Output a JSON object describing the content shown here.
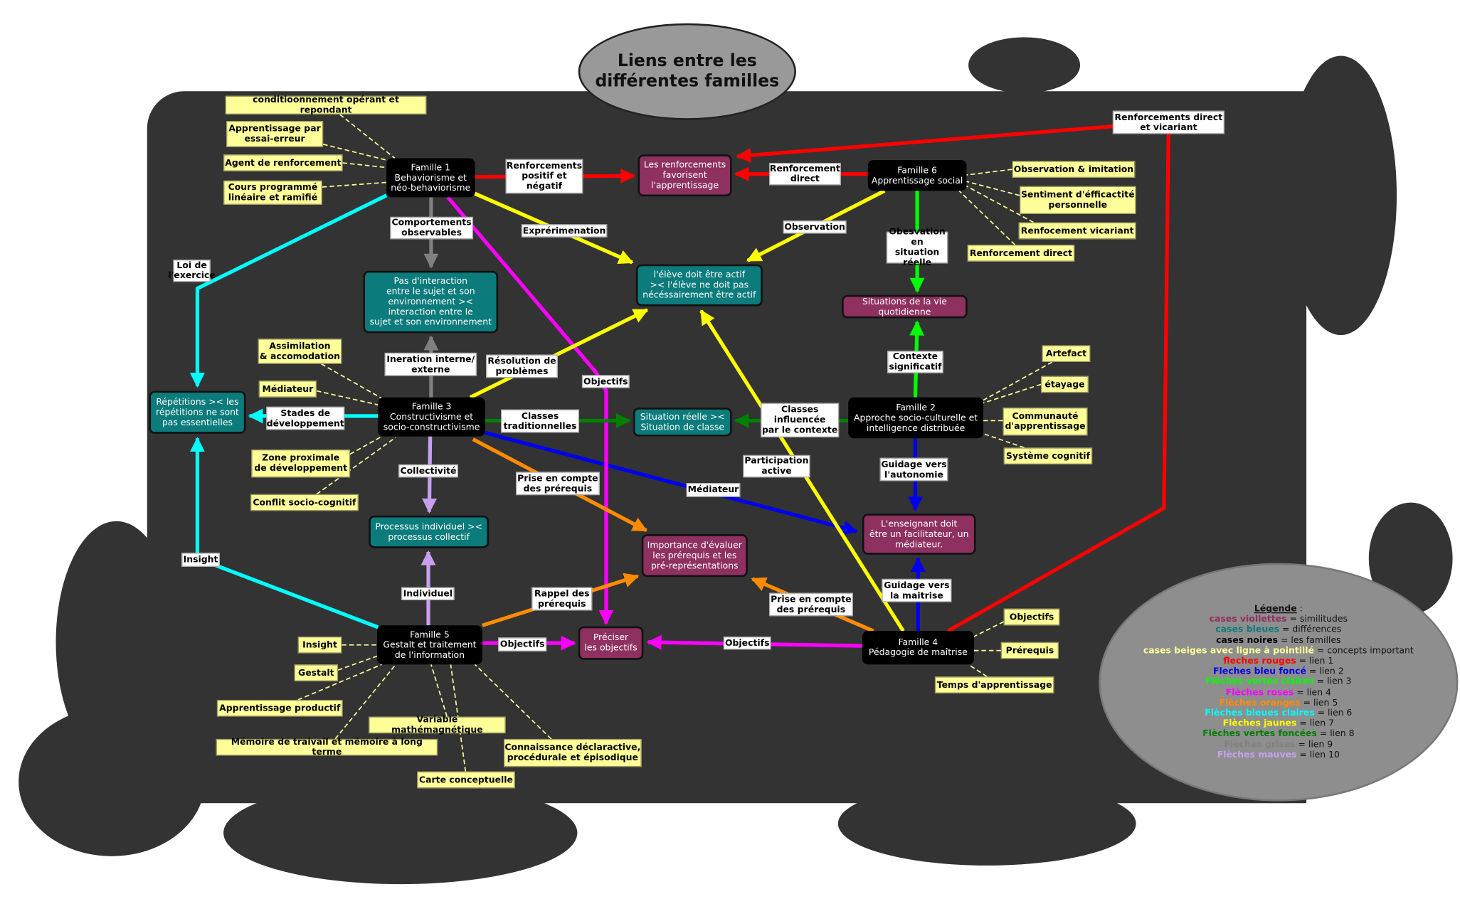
{
  "title": "Liens entre les\ndifférentes familles",
  "families": {
    "f1": "Famille 1\nBehaviorisme et\nnéo-behaviorisme",
    "f2": "Famille 2\nApproche socio-culturelle et\nintelligence distribuée",
    "f3": "Famille 3\nConstructivisme et\nsocio-constructivisme",
    "f4": "Famille 4\nPédagogie de maîtrise",
    "f5": "Famille 5\nGestalt et traitement\nde l'information",
    "f6": "Famille 6\nApprentissage social"
  },
  "similarities": {
    "renforcements": "Les renforcements\nfavorisent\nl'apprentissage",
    "situations_vie": "Situations de la vie quotidienne",
    "enseignant": "L'enseignant doit\nêtre un facilitateur, un\nmédiateur.",
    "importance": "Importance d'évaluer\nles prérequis et les\npré-représentations",
    "preciser": "Préciser\nles objectifs"
  },
  "differences": {
    "interaction": "Pas d'interaction\nentre le sujet et son\nenvironnement ><\ninteraction entre le\nsujet et son environnement",
    "actif": "l'élève doit être actif\n>< l'élève ne doit pas\nnécéssairement être actif",
    "repetitions": "Répétitions >< les\nrépétitions ne sont\npas essentielles",
    "situation": "Situation réelle ><\nSituation de classe",
    "processus": "Processus individuel ><\nprocessus collectif"
  },
  "concepts": {
    "f1": [
      "conditioonnement opérant et repondant",
      "Apprentissage par\nessai-erreur",
      "Agent de renforcement",
      "Cours programmé\nlinéaire et ramifié"
    ],
    "f3": [
      "Assimilation\n& accomodation",
      "Médiateur",
      "Zone proximale\nde développement",
      "Conflit socio-cognitif"
    ],
    "f6": [
      "Observation & imitation",
      "Sentiment d'éfficactité\npersonnelle",
      "Renfocement vicariant",
      "Renforcement direct"
    ],
    "f2": [
      "Artefact",
      "étayage",
      "Communauté\nd'apprentissage",
      "Système cognitif"
    ],
    "f4": [
      "Objectifs",
      "Prérequis",
      "Temps d'apprentissage"
    ],
    "f5": [
      "Insight",
      "Gestalt",
      "Apprentissage productif",
      "Variable mathémagnétique",
      "Mémoire de traivail et mémoire à long terme",
      "Connaissance déclaractive,\nprocédurale et épisodique",
      "Carte conceptuelle"
    ]
  },
  "links": {
    "renf_pos_neg": "Renforcements\npositif et\nnégatif",
    "renf_direct": "Renforcement\ndirect",
    "renf_direct_vic": "Renforcements direct\net vicariant",
    "comportements": "Comportements\nobservables",
    "experimentation": "Exprérimenation",
    "observation": "Observation",
    "obs_situation": "Obesvation\nen situation\nréelle",
    "loi_exercice": "Loi de\nl'exercice",
    "interaction_int_ext": "Ineration interne/\nexterne",
    "resolution": "Résolution de\nproblèmes",
    "objectifs_f1": "Objectifs",
    "contexte": "Contexte\nsignificatif",
    "stades": "Stades de\ndéveloppement",
    "classes_trad": "Classes\ntraditionnelles",
    "classes_infl": "Classes\ninfluencée\npar le contexte",
    "participation": "Participation\nactive",
    "guidage_auto": "Guidage vers\nl'autonomie",
    "collectivite": "Collectivité",
    "prise_f3": "Prise en compte\ndes prérequis",
    "mediateur": "Médiateur",
    "insight": "Insight",
    "individuel": "Individuel",
    "rappel": "Rappel des\nprérequis",
    "prise_f4": "Prise en compte\ndes prérequis",
    "guidage_maitrise": "Guidage vers\nla maitrise",
    "objectifs_f5": "Objectifs",
    "objectifs_f4": "Objectifs"
  },
  "legend": {
    "heading": "Légende",
    "colon": " :",
    "items": [
      {
        "colored": "cases viollettes",
        "rest": " = similitudes",
        "color": "#8e3060"
      },
      {
        "colored": "cases bleues",
        "rest": " = différences",
        "color": "#0b7b7b"
      },
      {
        "colored": "cases noires",
        "rest": " = les familles",
        "color": "#000000"
      },
      {
        "colored": "cases beiges avec ligne à pointillé",
        "rest": " = concepts important",
        "color": "#ffff99"
      },
      {
        "colored": "fleches rouges",
        "rest": " = lien 1",
        "color": "#ff0000"
      },
      {
        "colored": "Fleches bleu foncé",
        "rest": " = lien 2",
        "color": "#0000ee"
      },
      {
        "colored": "Flèches vertes claires",
        "rest": " = lien 3",
        "color": "#00ff00"
      },
      {
        "colored": "Flèches roses",
        "rest": " = lien 4",
        "color": "#ff00ff"
      },
      {
        "colored": "Flèches oranges",
        "rest": " = lien 5",
        "color": "#ff8c00"
      },
      {
        "colored": "Flèches bleues claires",
        "rest": " = lien 6",
        "color": "#00ffff"
      },
      {
        "colored": "Flèches jaunes",
        "rest": " = lien 7",
        "color": "#ffff00"
      },
      {
        "colored": "Flèches vertes foncées",
        "rest": " = lien 8",
        "color": "#008000"
      },
      {
        "colored": "Flèches grises",
        "rest": " = lien 9",
        "color": "#808080"
      },
      {
        "colored": "Flèches mauves",
        "rest": " = lien 10",
        "color": "#c9a0f0"
      }
    ]
  }
}
